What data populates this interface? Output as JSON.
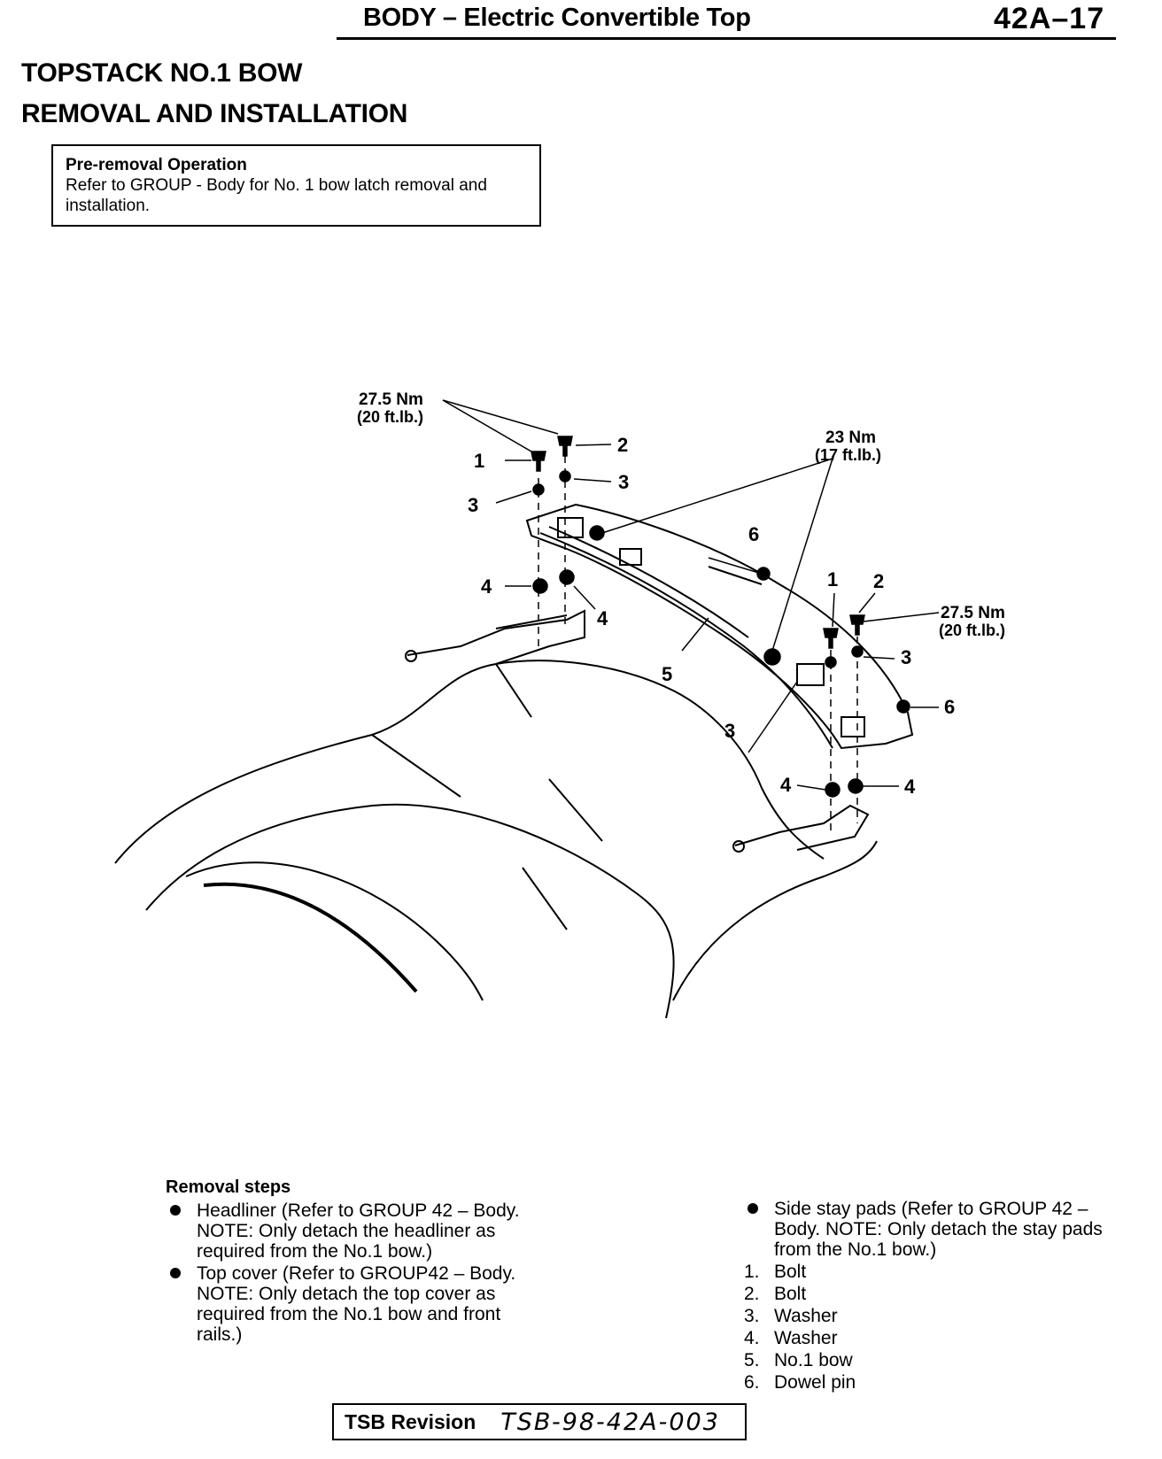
{
  "header": {
    "title": "BODY – Electric Convertible Top",
    "page_number": "42A–17"
  },
  "title": {
    "line1": "TOPSTACK NO.1 BOW",
    "line2": "REMOVAL AND INSTALLATION"
  },
  "pre_removal": {
    "heading": "Pre-removal Operation",
    "text": "Refer to GROUP - Body for No. 1 bow latch removal and installation."
  },
  "diagram": {
    "torque_left": {
      "nm": "27.5 Nm",
      "ftlb": "(20 ft.lb.)"
    },
    "torque_center": {
      "nm": "23 Nm",
      "ftlb": "(17 ft.lb.)"
    },
    "torque_right": {
      "nm": "27.5 Nm",
      "ftlb": "(20 ft.lb.)"
    },
    "callouts": [
      "1",
      "2",
      "3",
      "3",
      "4",
      "4",
      "6",
      "5",
      "1",
      "2",
      "3",
      "6",
      "3",
      "4",
      "4"
    ]
  },
  "removal": {
    "heading": "Removal steps",
    "left_items": [
      "Headliner (Refer to GROUP 42 – Body. NOTE: Only detach the headliner as required from the No.1 bow.)",
      "Top cover (Refer to GROUP42 – Body. NOTE:  Only detach the top cover as required from the No.1 bow and front rails.)"
    ],
    "right_bullet": "Side stay pads (Refer to GROUP 42 – Body. NOTE:  Only detach the stay pads from the No.1 bow.)",
    "right_numbered": [
      {
        "num": "1.",
        "text": "Bolt"
      },
      {
        "num": "2.",
        "text": "Bolt"
      },
      {
        "num": "3.",
        "text": "Washer"
      },
      {
        "num": "4.",
        "text": "Washer"
      },
      {
        "num": "5.",
        "text": "No.1 bow"
      },
      {
        "num": "6.",
        "text": "Dowel pin"
      }
    ]
  },
  "footer": {
    "label": "TSB Revision",
    "code": "TSB-98-42A-003"
  }
}
